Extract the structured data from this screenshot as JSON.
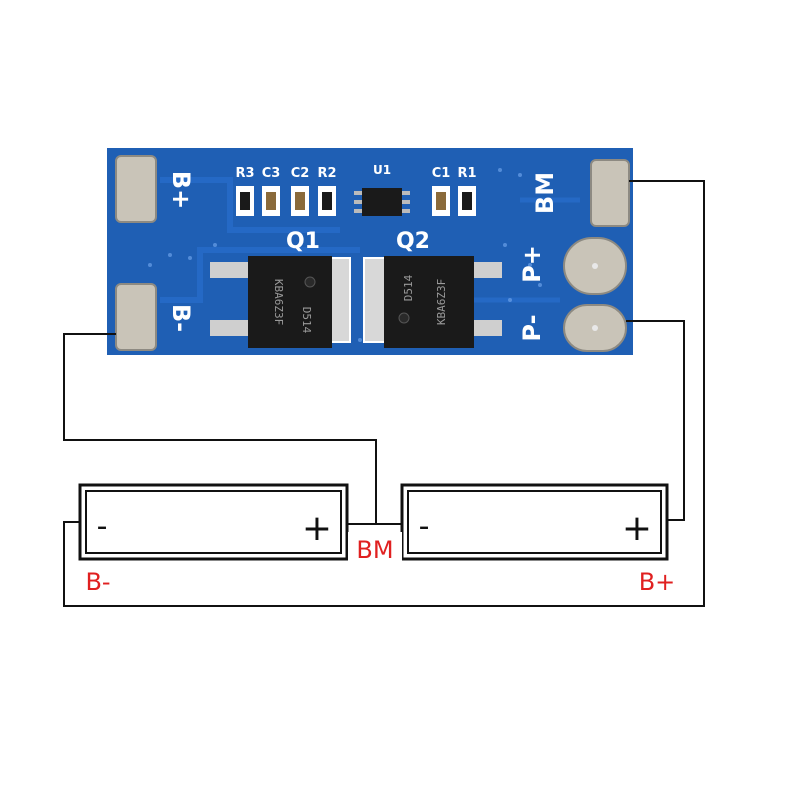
{
  "board": {
    "pads": {
      "bplus": "B+",
      "bminus": "B-",
      "bm": "BM",
      "pplus": "P+",
      "pminus": "P-"
    },
    "components": {
      "r3": "R3",
      "c3": "C3",
      "c2": "C2",
      "r2": "R2",
      "u1": "U1",
      "c1": "C1",
      "r1": "R1",
      "q1": "Q1",
      "q2": "Q2"
    },
    "chip_markings": {
      "q1_code": "KBA6Z3F",
      "q1_part": "D514",
      "q2_code": "KBA6Z3F",
      "q2_part": "D514"
    }
  },
  "batteries": [
    {
      "minus": "-",
      "plus": "+"
    },
    {
      "minus": "-",
      "plus": "+"
    }
  ],
  "wiring_labels": {
    "bm": "BM",
    "bminus": "B-",
    "bplus": "B+"
  },
  "colors": {
    "pcb_blue": "#1f5fb4",
    "pad_metal": "#c9c4b8",
    "wire": "#111111",
    "label_red": "#e02020"
  }
}
